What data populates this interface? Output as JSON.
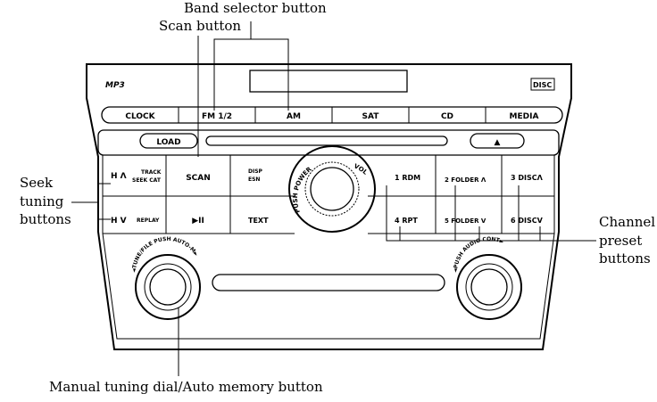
{
  "callouts": {
    "band_selector": "Band selector button",
    "scan": "Scan button",
    "seek_1": "Seek",
    "seek_2": "tuning",
    "seek_3": "buttons",
    "channel_1": "Channel",
    "channel_2": "preset",
    "channel_3": "buttons",
    "manual_tuning": "Manual tuning dial/Auto memory button"
  },
  "panel": {
    "mp3_logo": "MP3",
    "disc_logo": "DISC",
    "top_row": [
      "CLOCK",
      "FM 1/2",
      "AM",
      "SAT",
      "CD",
      "MEDIA"
    ],
    "load": "LOAD",
    "eject_symbol": "▲",
    "seek_up": "H Λ",
    "track": "TRACK",
    "seek_cat": "SEEK CAT",
    "seek_down": "H V",
    "replay": "REPLAY",
    "scan": "SCAN",
    "play_pause": "▶II",
    "disp": "DISP",
    "esn": "ESN",
    "text": "TEXT",
    "push_power": "PUSH POWER",
    "vol": "VOL",
    "presets_top": [
      "1 RDM",
      "2 FOLDER Λ",
      "3 DISCΛ"
    ],
    "presets_bottom": [
      "4 RPT",
      "5 FOLDER V",
      "6 DISCV"
    ],
    "tune_arc": "◄TUNE/FILE PUSH AUTO-M►",
    "audio_arc": "◄PUSH AUDIO CONT►"
  }
}
